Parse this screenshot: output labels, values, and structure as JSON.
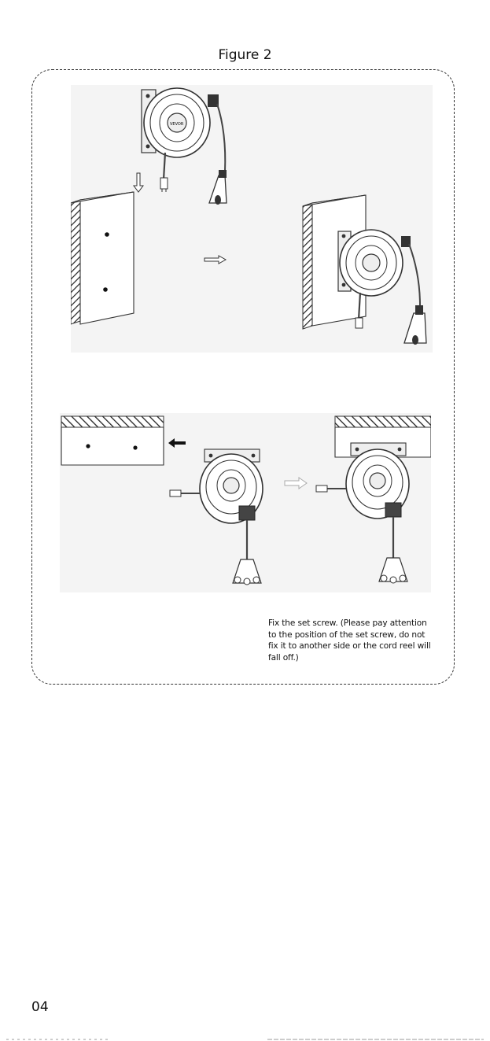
{
  "figure": {
    "title": "Figure 2"
  },
  "caption": {
    "lines": [
      "Fix the set screw. (Please pay attention",
      "to the position of the set screw, do not",
      "fix it to another side or the cord reel will",
      "fall off.)"
    ]
  },
  "footer": {
    "page_number": "04"
  },
  "reel": {
    "logo_text": "VEVOR"
  }
}
